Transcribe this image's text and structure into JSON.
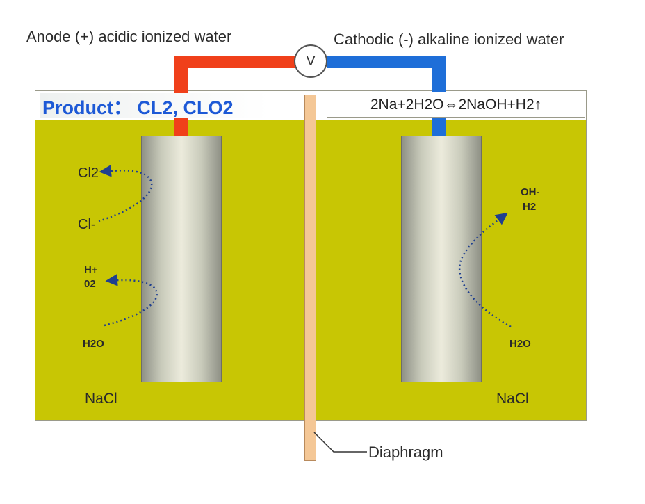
{
  "labels": {
    "anode": "Anode (+) acidic ionized water",
    "cathode": "Cathodic (-) alkaline ionized water",
    "voltmeter": "V",
    "product": "Product： CL2, CLO2",
    "reaction": "2Na+2H2O⇔2NaOH+H2↑",
    "diaphragm": "Diaphragm"
  },
  "anode_side": {
    "cl2": "Cl2",
    "cl_minus": "Cl-",
    "h_plus": "H+",
    "o2": "02",
    "h2o": "H2O",
    "nacl": "NaCl"
  },
  "cathode_side": {
    "oh_minus": "OH-",
    "h2": "H2",
    "h2o": "H2O",
    "nacl": "NaCl"
  },
  "colors": {
    "solution": "#c8c604",
    "anode_wire": "#f0401a",
    "cathode_wire": "#1e6ed8",
    "product_text": "#1d59d6",
    "diaphragm": "#f4c796",
    "arrow": "#1f3f8f"
  }
}
